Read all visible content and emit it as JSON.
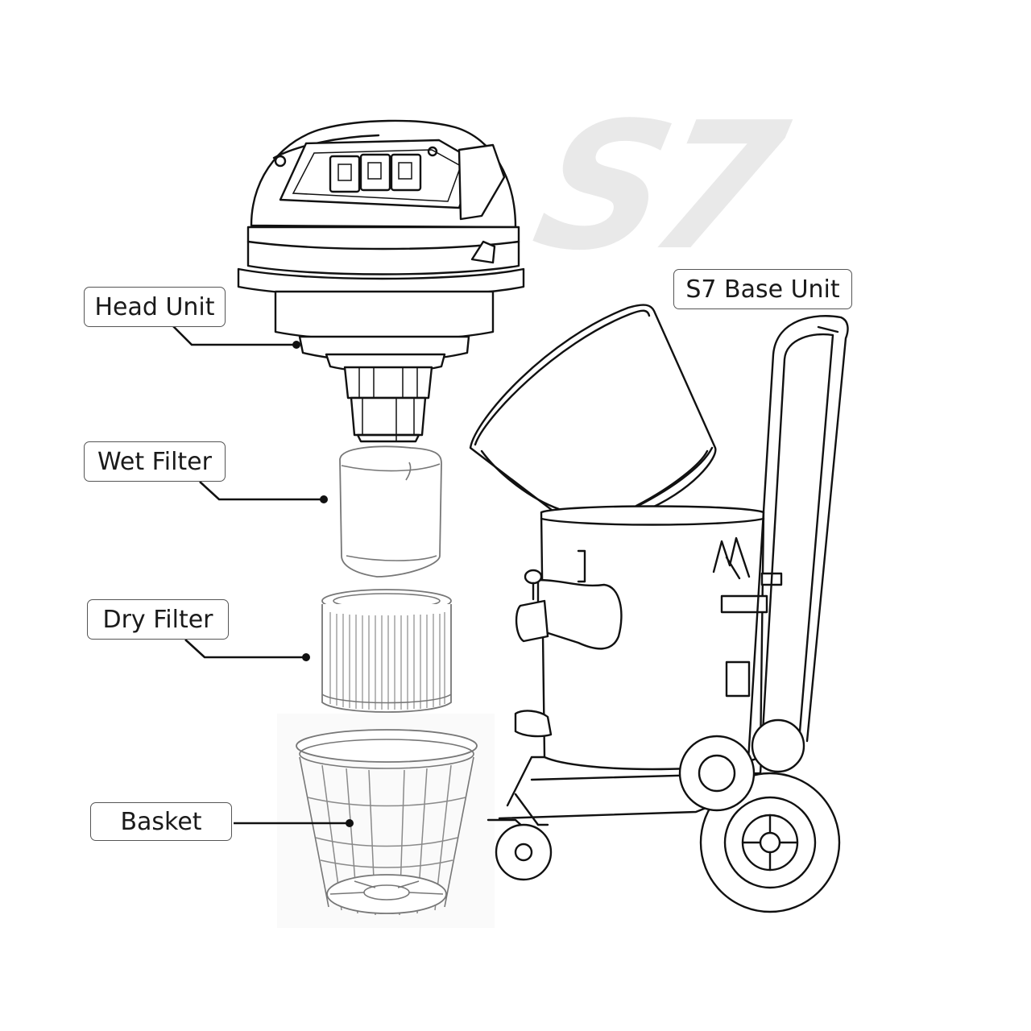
{
  "watermark": "S7",
  "labels": {
    "head_unit": "Head Unit",
    "wet_filter": "Wet Filter",
    "dry_filter": "Dry Filter",
    "basket": "Basket",
    "base_unit": "S7 Base Unit"
  }
}
